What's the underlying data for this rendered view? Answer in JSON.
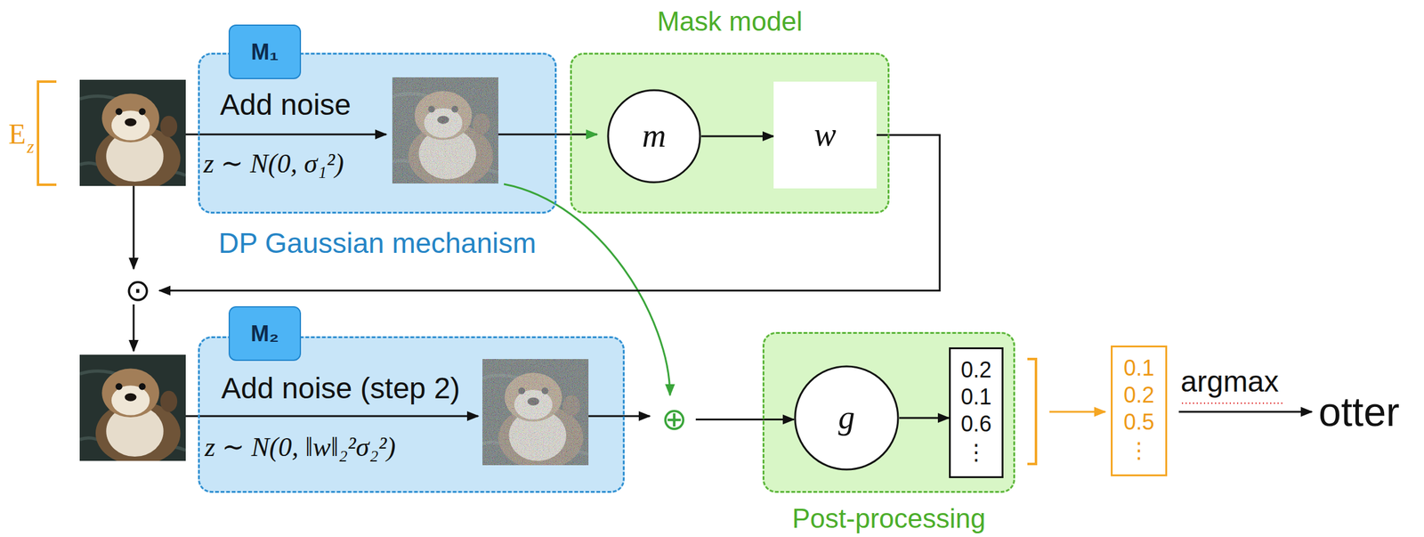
{
  "diagram": {
    "nodes": [
      {
        "text": [
          "Add noise",
          "z ∼ N(0, σ₁²)",
          "DP Gaussian mechanism"
        ]
      },
      {
        "text": [
          "M₁"
        ],
        "in": 0
      },
      {
        "text": [
          "Mask model"
        ]
      },
      {
        "text": [
          "m"
        ],
        "in": 2
      },
      {
        "text": [
          "w"
        ],
        "in": 2
      },
      {
        "text": [
          "⊙"
        ]
      },
      {
        "text": [
          "Add noise (step 2)",
          "z ∼ N(0, ‖w‖₂²σ₂²)"
        ]
      },
      {
        "text": [
          "M₂"
        ],
        "in": 6
      },
      {
        "text": [
          "⊕"
        ]
      },
      {
        "text": [
          "Post-processing"
        ]
      },
      {
        "text": [
          "g"
        ],
        "in": 9
      },
      {
        "text": [
          "0.2",
          "0.1",
          "0.6",
          "⋮"
        ],
        "in": 9
      },
      {
        "text": [
          "0.1",
          "0.2",
          "0.5",
          "⋮"
        ]
      }
    ],
    "edges": [
      {
        "from": 3,
        "to": 4,
        "arrow": "to"
      },
      {
        "from": 4,
        "to": 5,
        "arrow": "to"
      },
      {
        "from": 8,
        "to": 10,
        "arrow": "to"
      },
      {
        "from": 10,
        "to": 11,
        "arrow": "to"
      }
    ],
    "labels": [
      "E",
      "z",
      "argmax",
      "otter"
    ]
  }
}
